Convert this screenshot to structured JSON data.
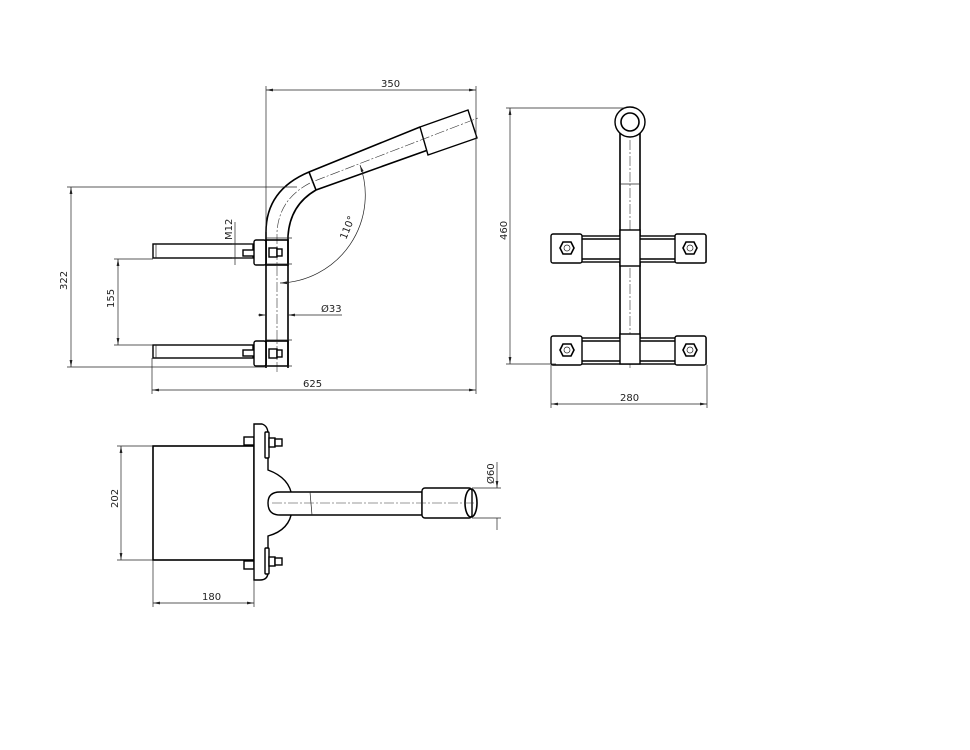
{
  "drawing": {
    "front_view": {
      "dims": {
        "width_top": "350",
        "height": "322",
        "bolt_spacing": "155",
        "overall_length": "625",
        "thread": "M12",
        "pipe_diameter": "Ø33",
        "angle": "110°"
      }
    },
    "side_view": {
      "dims": {
        "height": "460",
        "width": "280"
      }
    },
    "top_view": {
      "dims": {
        "plate_height": "202",
        "plate_depth": "180",
        "sleeve_diameter": "Ø60"
      }
    },
    "line_color": "#000000"
  }
}
